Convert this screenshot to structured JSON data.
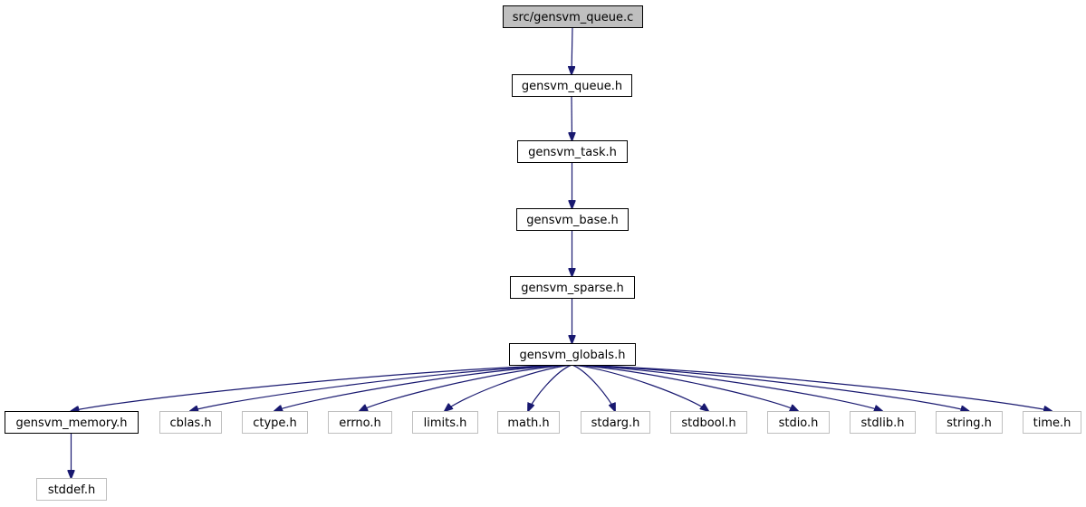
{
  "colors": {
    "edge": "#191970",
    "root_fill": "#bfbfbf",
    "internal_border": "#000000",
    "external_border": "#bfbfbf",
    "background": "#ffffff"
  },
  "nodes": [
    {
      "id": "src-gensvm-queue-c",
      "label": "src/gensvm_queue.c",
      "kind": "root"
    },
    {
      "id": "gensvm-queue-h",
      "label": "gensvm_queue.h",
      "kind": "internal"
    },
    {
      "id": "gensvm-task-h",
      "label": "gensvm_task.h",
      "kind": "internal"
    },
    {
      "id": "gensvm-base-h",
      "label": "gensvm_base.h",
      "kind": "internal"
    },
    {
      "id": "gensvm-sparse-h",
      "label": "gensvm_sparse.h",
      "kind": "internal"
    },
    {
      "id": "gensvm-globals-h",
      "label": "gensvm_globals.h",
      "kind": "internal"
    },
    {
      "id": "gensvm-memory-h",
      "label": "gensvm_memory.h",
      "kind": "internal"
    },
    {
      "id": "cblas-h",
      "label": "cblas.h",
      "kind": "external"
    },
    {
      "id": "ctype-h",
      "label": "ctype.h",
      "kind": "external"
    },
    {
      "id": "errno-h",
      "label": "errno.h",
      "kind": "external"
    },
    {
      "id": "limits-h",
      "label": "limits.h",
      "kind": "external"
    },
    {
      "id": "math-h",
      "label": "math.h",
      "kind": "external"
    },
    {
      "id": "stdarg-h",
      "label": "stdarg.h",
      "kind": "external"
    },
    {
      "id": "stdbool-h",
      "label": "stdbool.h",
      "kind": "external"
    },
    {
      "id": "stdio-h",
      "label": "stdio.h",
      "kind": "external"
    },
    {
      "id": "stdlib-h",
      "label": "stdlib.h",
      "kind": "external"
    },
    {
      "id": "string-h",
      "label": "string.h",
      "kind": "external"
    },
    {
      "id": "time-h",
      "label": "time.h",
      "kind": "external"
    },
    {
      "id": "stddef-h",
      "label": "stddef.h",
      "kind": "external"
    }
  ],
  "edges": [
    {
      "from": "src-gensvm-queue-c",
      "to": "gensvm-queue-h"
    },
    {
      "from": "gensvm-queue-h",
      "to": "gensvm-task-h"
    },
    {
      "from": "gensvm-task-h",
      "to": "gensvm-base-h"
    },
    {
      "from": "gensvm-base-h",
      "to": "gensvm-sparse-h"
    },
    {
      "from": "gensvm-sparse-h",
      "to": "gensvm-globals-h"
    },
    {
      "from": "gensvm-globals-h",
      "to": "gensvm-memory-h"
    },
    {
      "from": "gensvm-globals-h",
      "to": "cblas-h"
    },
    {
      "from": "gensvm-globals-h",
      "to": "ctype-h"
    },
    {
      "from": "gensvm-globals-h",
      "to": "errno-h"
    },
    {
      "from": "gensvm-globals-h",
      "to": "limits-h"
    },
    {
      "from": "gensvm-globals-h",
      "to": "math-h"
    },
    {
      "from": "gensvm-globals-h",
      "to": "stdarg-h"
    },
    {
      "from": "gensvm-globals-h",
      "to": "stdbool-h"
    },
    {
      "from": "gensvm-globals-h",
      "to": "stdio-h"
    },
    {
      "from": "gensvm-globals-h",
      "to": "stdlib-h"
    },
    {
      "from": "gensvm-globals-h",
      "to": "string-h"
    },
    {
      "from": "gensvm-globals-h",
      "to": "time-h"
    },
    {
      "from": "gensvm-memory-h",
      "to": "stddef-h"
    }
  ]
}
